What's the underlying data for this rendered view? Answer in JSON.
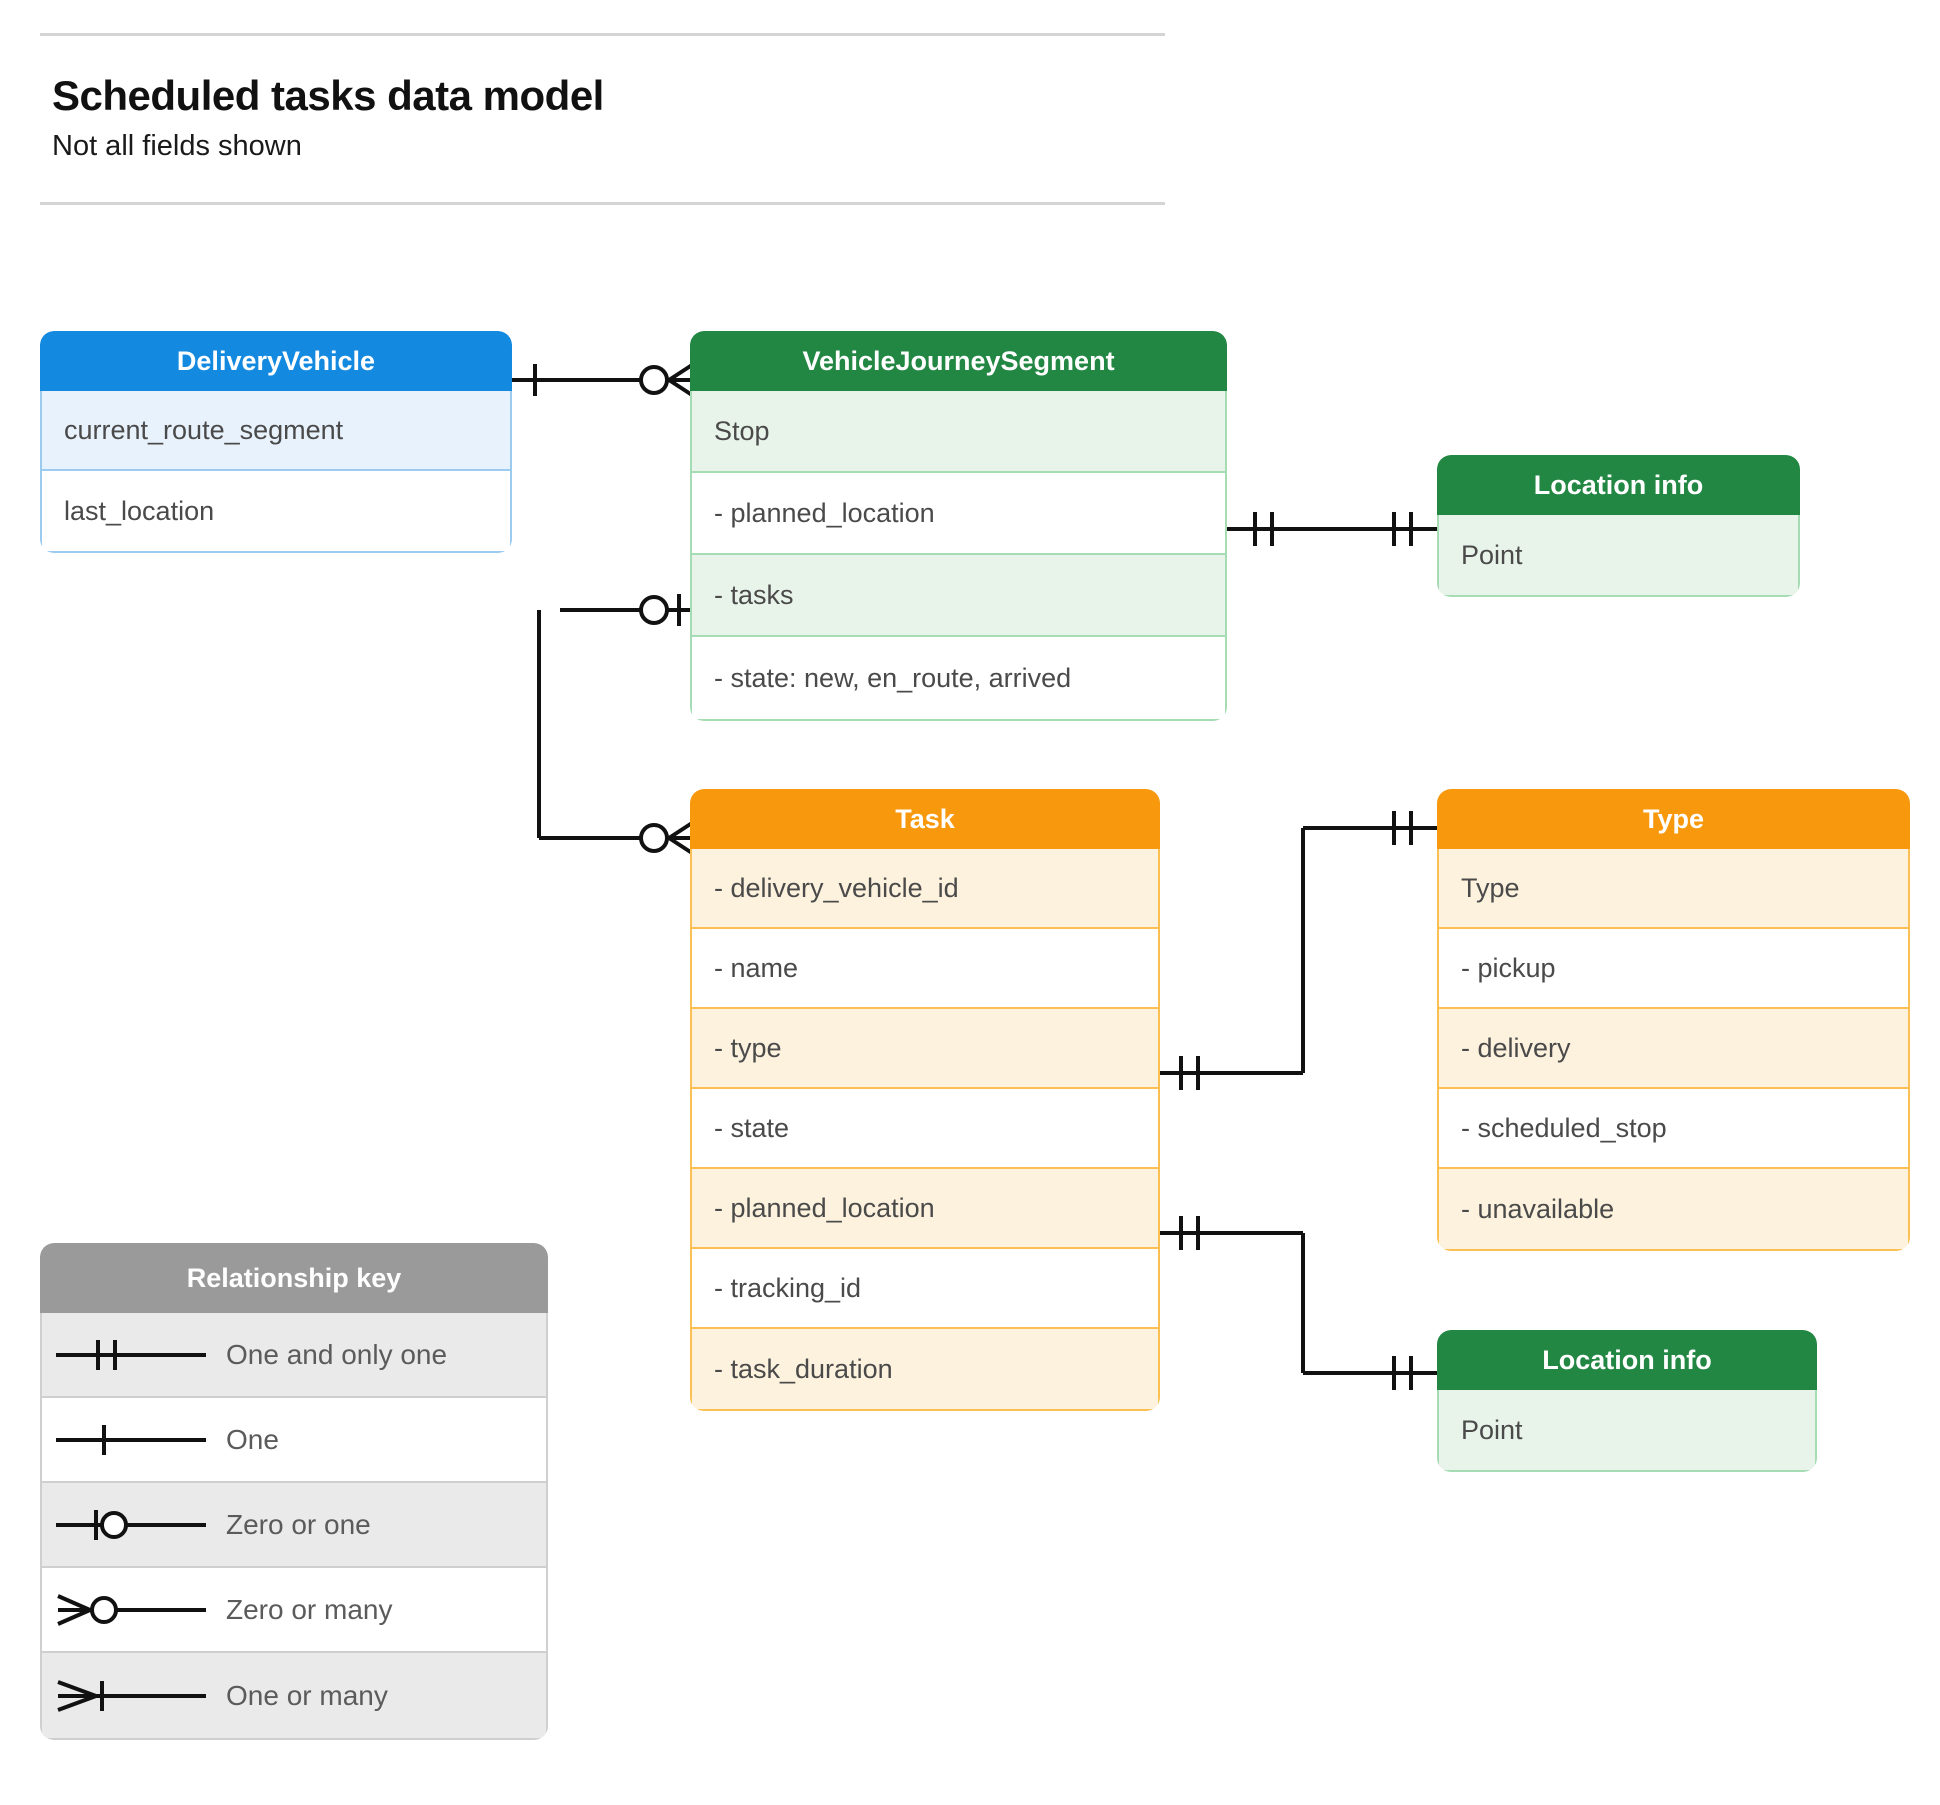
{
  "header": {
    "title": "Scheduled tasks data model",
    "subtitle": "Not all fields shown"
  },
  "colors": {
    "blue_header": "#1489e0",
    "blue_row_alt": "#e8f2fc",
    "blue_border": "#9ccbf0",
    "green_header": "#238744",
    "green_row_alt": "#e8f4ea",
    "green_border": "#a6dcb4",
    "orange_header": "#f8980d",
    "orange_row_alt": "#fdf2dd",
    "orange_border": "#fbbf52",
    "gray_header": "#9a9a9a",
    "gray_row_alt": "#eaeaea",
    "gray_border": "#cfcfcf",
    "connector": "#000000",
    "title_text": "#111111",
    "row_text": "#4a4a4a"
  },
  "entities": {
    "delivery_vehicle": {
      "title": "DeliveryVehicle",
      "rows": [
        "current_route_segment",
        "last_location"
      ]
    },
    "vehicle_journey_segment": {
      "title": "VehicleJourneySegment",
      "rows": [
        "Stop",
        "-  planned_location",
        "- tasks",
        "- state: new, en_route, arrived"
      ]
    },
    "location_info_top": {
      "title": "Location info",
      "rows": [
        "Point"
      ]
    },
    "task": {
      "title": "Task",
      "rows": [
        "- delivery_vehicle_id",
        "- name",
        "- type",
        "- state",
        "- planned_location",
        "- tracking_id",
        "- task_duration"
      ]
    },
    "type": {
      "title": "Type",
      "rows": [
        "Type",
        "-  pickup",
        "-  delivery",
        "-  scheduled_stop",
        "-  unavailable"
      ]
    },
    "location_info_bottom": {
      "title": "Location info",
      "rows": [
        "Point"
      ]
    }
  },
  "legend": {
    "title": "Relationship key",
    "items": [
      {
        "symbol": "one-and-only-one",
        "label": "One and only one"
      },
      {
        "symbol": "one",
        "label": "One"
      },
      {
        "symbol": "zero-or-one",
        "label": "Zero or one"
      },
      {
        "symbol": "zero-or-many",
        "label": "Zero or many"
      },
      {
        "symbol": "one-or-many",
        "label": "One or many"
      }
    ]
  },
  "relationships": [
    {
      "from": "DeliveryVehicle",
      "to": "VehicleJourneySegment",
      "from_cardinality": "one",
      "to_cardinality": "zero-or-many"
    },
    {
      "from": "VehicleJourneySegment.planned_location",
      "to": "Location info",
      "from_cardinality": "one-and-only-one",
      "to_cardinality": "one-and-only-one"
    },
    {
      "from": "VehicleJourneySegment.tasks",
      "to": "Task",
      "from_cardinality": "zero-or-one",
      "to_cardinality": "zero-or-many"
    },
    {
      "from": "Task.type",
      "to": "Type",
      "from_cardinality": "one-and-only-one",
      "to_cardinality": "one-and-only-one"
    },
    {
      "from": "Task.planned_location",
      "to": "Location info",
      "from_cardinality": "one-and-only-one",
      "to_cardinality": "one-and-only-one"
    }
  ]
}
